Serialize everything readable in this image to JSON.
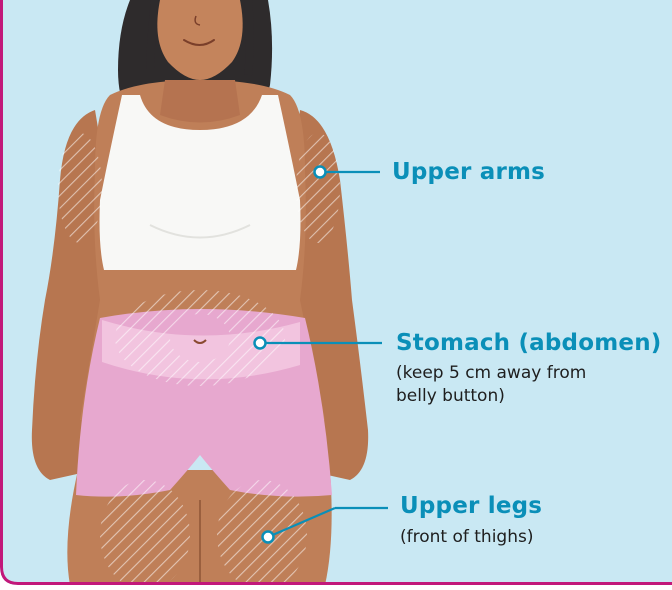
{
  "labels": {
    "upper_arms": {
      "title": "Upper arms"
    },
    "stomach": {
      "title": "Stomach (abdomen)",
      "note_line1": "(keep 5 cm away from",
      "note_line2": "belly button)"
    },
    "upper_legs": {
      "title": "Upper legs",
      "note": "(front of thighs)"
    }
  },
  "colors": {
    "background": "#c9e8f3",
    "frame_accent": "#c2187a",
    "label_blue": "#0a8fb8",
    "skin": "#bf7f58",
    "top": "#f8f8f6",
    "shorts": "#e7a8cf",
    "hair": "#2e2b2c"
  }
}
